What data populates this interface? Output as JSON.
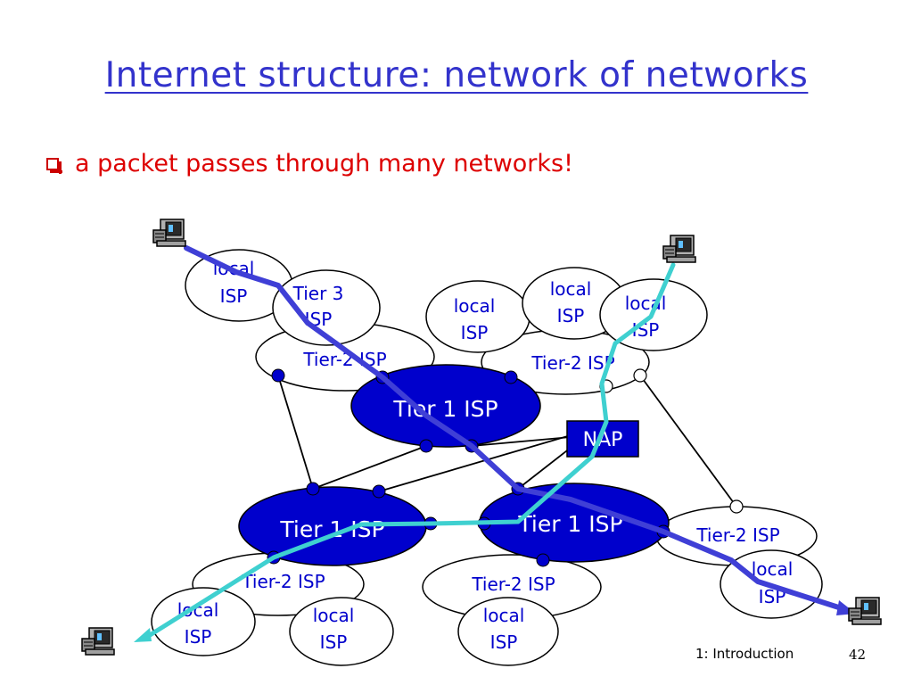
{
  "slide": {
    "title": "Internet structure: network of networks",
    "bullet": "a packet passes through many networks!",
    "footer_label": "1: Introduction",
    "page_number": "42"
  },
  "diagram": {
    "tier1": {
      "label": "Tier 1 ISP",
      "fill": "#0000cc"
    },
    "tier2": {
      "label": "Tier-2 ISP"
    },
    "tier3": {
      "line1": "Tier 3",
      "line2": "ISP"
    },
    "local": {
      "line1": "local",
      "line2": "ISP"
    },
    "nap": {
      "label": "NAP",
      "fill": "#0000cc"
    },
    "path_colors": {
      "packet_path": "#3f3fd6",
      "return_path": "#3fd0d0"
    },
    "icons": [
      "computer-icon",
      "computer-icon",
      "computer-icon",
      "computer-icon"
    ]
  }
}
